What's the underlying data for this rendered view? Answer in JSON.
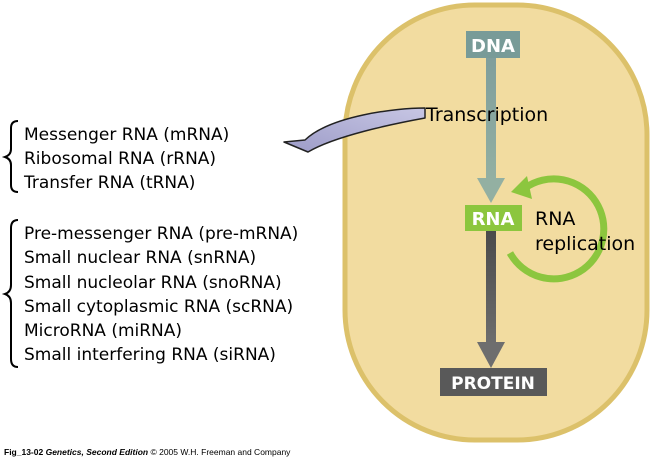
{
  "diagram": {
    "dna_label": "DNA",
    "transcription_label": "Transcription",
    "rna_label": "RNA",
    "rna_replication_line1": "RNA",
    "rna_replication_line2": "replication",
    "protein_label": "PROTEIN"
  },
  "rna_group_1": [
    "Messenger RNA (mRNA)",
    "Ribosomal RNA (rRNA)",
    "Transfer RNA (tRNA)"
  ],
  "rna_group_2": [
    "Pre-messenger RNA (pre-mRNA)",
    "Small nuclear RNA (snRNA)",
    "Small nucleolar RNA (snoRNA)",
    "Small cytoplasmic RNA (scRNA)",
    "MicroRNA (miRNA)",
    "Small interfering RNA (siRNA)"
  ],
  "caption": {
    "fig_id": "Fig_13-02",
    "book_title": "Genetics, Second Edition",
    "publisher": "© 2005 W.H. Freeman and Company"
  },
  "colors": {
    "cell_fill": "#f2dca0",
    "cell_border": "#dcc16a",
    "dna_box": "#789b98",
    "rna_box": "#8cc63e",
    "protein_box": "#595959",
    "curved_arrow": "#a9a8cf"
  }
}
